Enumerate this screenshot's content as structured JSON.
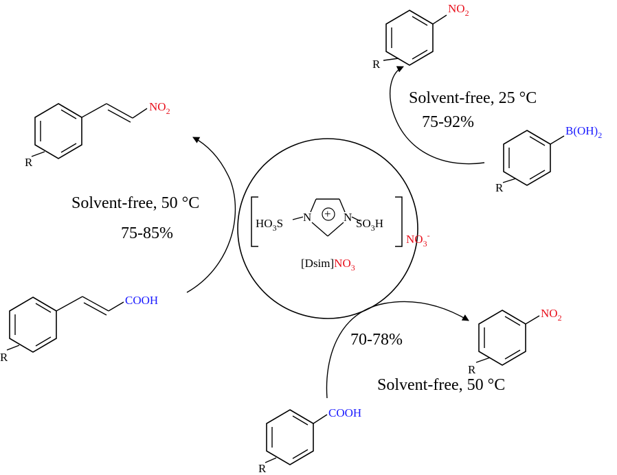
{
  "reactions": {
    "top_right": {
      "condition": "Solvent-free,  25 °C",
      "yield": "75-92%"
    },
    "left": {
      "condition": "Solvent-free, 50 °C",
      "yield": "75-85%"
    },
    "bottom_right": {
      "yield": "70-78%",
      "condition": "Solvent-free, 50 °C"
    }
  },
  "molecules": {
    "nitro_top": {
      "group": "NO",
      "group_sub": "2",
      "r": "R"
    },
    "nitrostyrene": {
      "group": "NO",
      "group_sub": "2",
      "r": "R"
    },
    "boronic": {
      "group_a": "B(OH)",
      "group_sub": "2",
      "r": "R"
    },
    "cinnamic": {
      "group": "COOH",
      "r": "R"
    },
    "nitro_bottom": {
      "group": "NO",
      "group_sub": "2",
      "r": "R"
    },
    "benzoic": {
      "group": "COOH",
      "r": "R"
    }
  },
  "catalyst": {
    "left_a": "HO",
    "left_sub": "3",
    "left_b": "S",
    "n_left": "N",
    "charge": "+",
    "n_right": "N",
    "right_a": "SO",
    "right_sub": "3",
    "right_b": "H",
    "anion_a": "NO",
    "anion_sub": "3",
    "anion_sup": "-",
    "name_a": "[Dsim]",
    "name_b": "NO",
    "name_sub": "3"
  },
  "colors": {
    "nitro": "#e8101c",
    "acid_group": "#1a1aff"
  }
}
